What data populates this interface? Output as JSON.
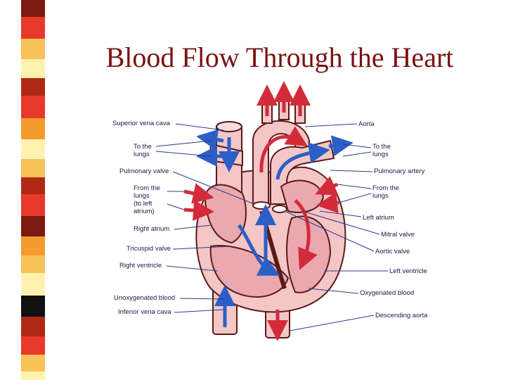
{
  "slide": {
    "title": "Blood Flow Through the Heart"
  },
  "labels_left": {
    "superior_vena_cava": "Superior vena cava",
    "to_lungs": [
      "To the",
      "lungs"
    ],
    "pulmonary_valve": "Pulmonary valve",
    "from_lungs": [
      "From the",
      "lungs",
      "(to left",
      "atrium)"
    ],
    "right_atrium": "Right atrium",
    "tricuspid_valve": "Tricuspid valve",
    "right_ventricle": "Right ventricle",
    "unoxygenated_blood": "Unoxygenated blood",
    "inferior_vena_cava": "Inferior vena cava"
  },
  "labels_right": {
    "aorta": "Aorta",
    "to_lungs": [
      "To the",
      "lungs"
    ],
    "pulmonary_artery": "Pulmonary artery",
    "from_lungs": [
      "From the",
      "lungs"
    ],
    "left_atrium": "Left atrium",
    "mitral_valve": "Mitral valve",
    "aortic_valve": "Aortic valve",
    "left_ventricle": "Left ventricle",
    "oxygenated_blood": "Oxygenated blood",
    "descending_aorta": "Descending aorta"
  },
  "colors": {
    "title": "#7a1111",
    "heart_tissue": "#f4c6c6",
    "heart_outline": "#5a1a1a",
    "oxygenated_arrow": "#d42b3a",
    "unoxygenated_arrow": "#2b5fc7",
    "leader_line": "#2a3a8a",
    "stripe": [
      "#7a1a10",
      "#e8392a",
      "#f7c35a",
      "#fff2b0",
      "#b02814",
      "#f59b2e",
      "#111111"
    ]
  }
}
